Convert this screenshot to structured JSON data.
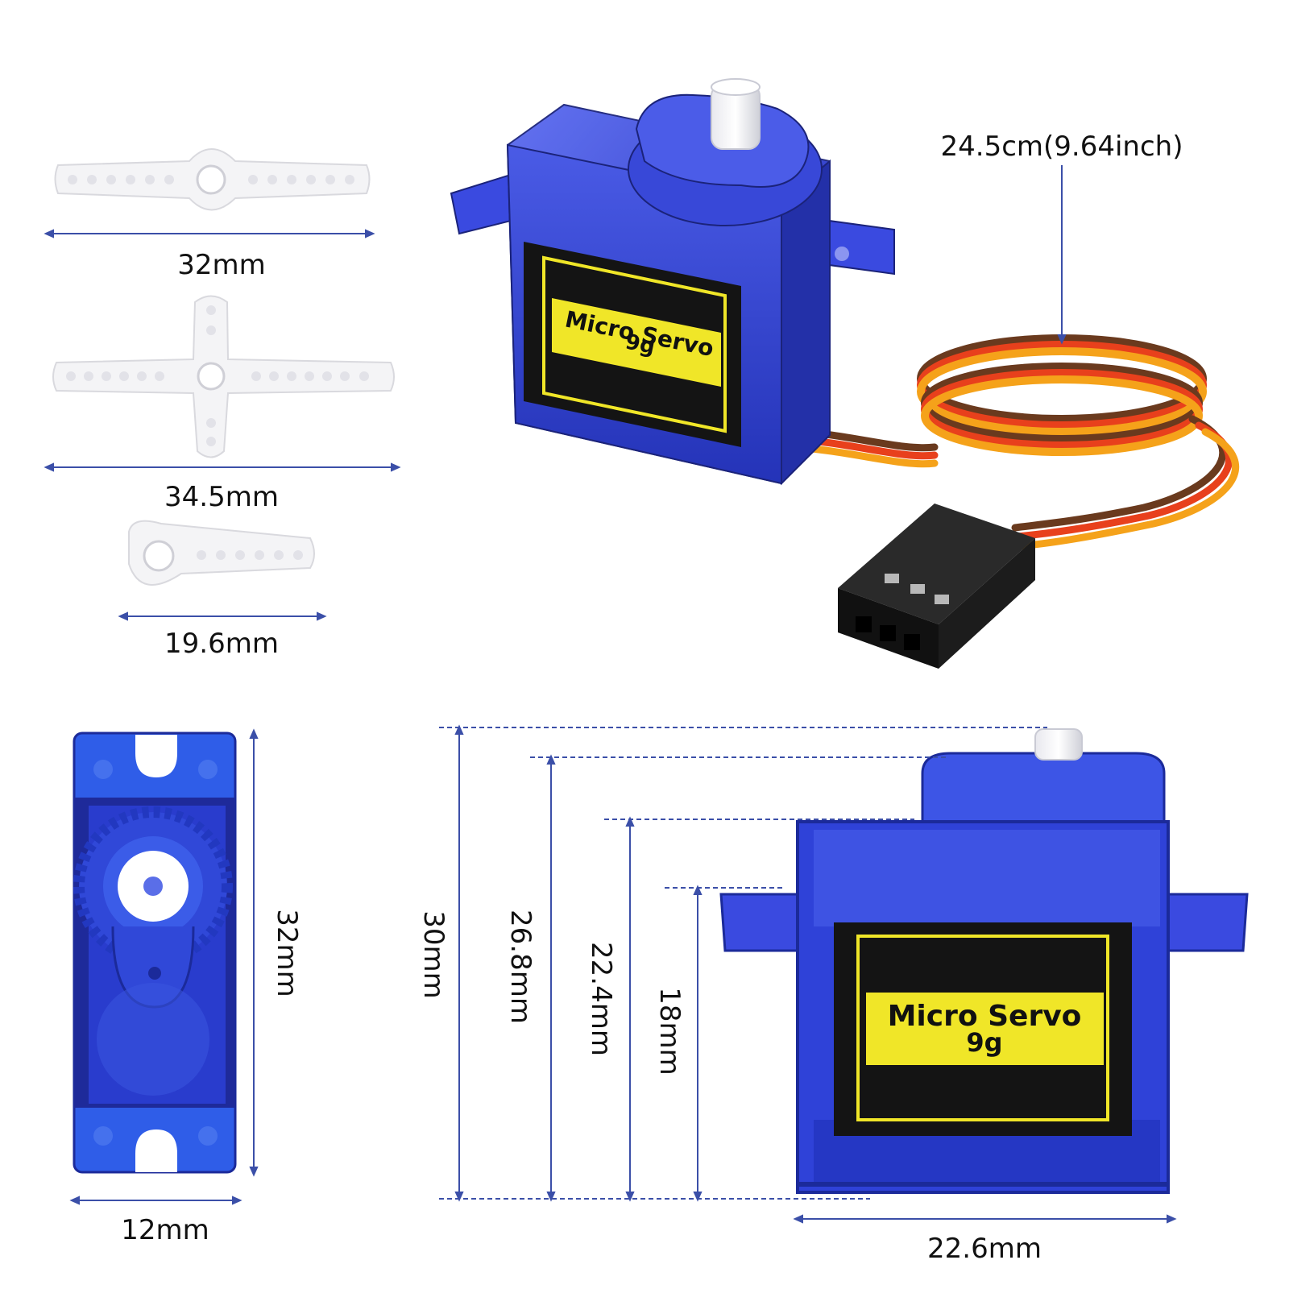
{
  "product": {
    "label_line1": "Micro Servo",
    "label_line2": "9g"
  },
  "colors": {
    "servo_blue": "#2f3fd0",
    "servo_dark": "#1b237a",
    "dimension_line": "#3b4fa8",
    "label_yellow": "#f0e628",
    "wire_brown": "#6a3a1e",
    "wire_red": "#e8401c",
    "wire_orange": "#f5a21a"
  },
  "dimensions": {
    "cable_length": "24.5cm(9.64inch)",
    "horn_double": "32mm",
    "horn_cross": "34.5mm",
    "horn_single": "19.6mm",
    "top_view_height": "32mm",
    "top_view_width": "12mm",
    "total_height": "30mm",
    "height_to_gear_top": "26.8mm",
    "body_height": "22.4mm",
    "height_to_tabs": "18mm",
    "body_width": "22.6mm"
  }
}
